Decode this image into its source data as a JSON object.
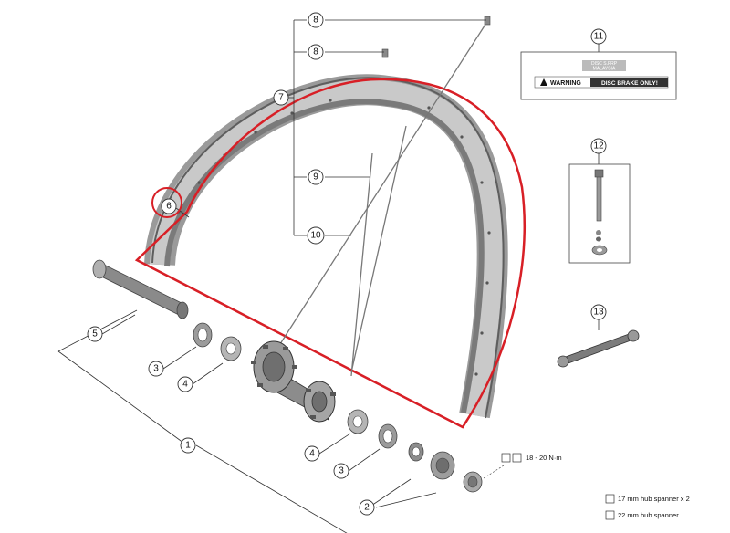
{
  "callouts": {
    "c1": "1",
    "c2": "2",
    "c3a": "3",
    "c3b": "3",
    "c4a": "4",
    "c4b": "4",
    "c5": "5",
    "c6": "6",
    "c7": "7",
    "c8a": "8",
    "c8b": "8",
    "c9": "9",
    "c10": "10",
    "c11": "11",
    "c12": "12",
    "c13": "13"
  },
  "label_sticker": {
    "line1": "DISC S.FRP",
    "line2": "MALAYSIA",
    "warning": "WARNING",
    "disc_brake": "DISC BRAKE ONLY!"
  },
  "torque_spec": "18 - 20 N·m",
  "legend": {
    "hub_spanner_17": "17 mm hub spanner x 2",
    "hub_spanner_22": "22 mm hub spanner"
  },
  "colors": {
    "rim_dark": "#6e6e6e",
    "rim_light": "#bdbdbd",
    "highlight_red": "#d81f26",
    "line": "#333333"
  }
}
